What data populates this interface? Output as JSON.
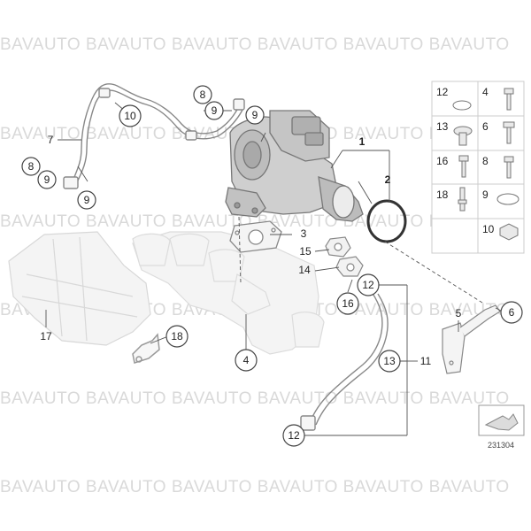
{
  "watermark": "BAVAUTO BAVAUTO BAVAUTO BAVAUTO BAVAUTO BAVAUTO",
  "diagram_ref": "231304",
  "callouts": [
    {
      "id": "8a",
      "text": "8",
      "circled": true
    },
    {
      "id": "9a",
      "text": "9",
      "circled": true
    },
    {
      "id": "9b",
      "text": "9",
      "circled": true
    },
    {
      "id": "10",
      "text": "10",
      "circled": true
    },
    {
      "id": "7",
      "text": "7",
      "circled": false
    },
    {
      "id": "8b",
      "text": "8",
      "circled": true
    },
    {
      "id": "9c",
      "text": "9",
      "circled": true
    },
    {
      "id": "9d",
      "text": "9",
      "circled": true
    },
    {
      "id": "1",
      "text": "1",
      "circled": false
    },
    {
      "id": "2",
      "text": "2",
      "circled": false
    },
    {
      "id": "3",
      "text": "3",
      "circled": false
    },
    {
      "id": "15",
      "text": "15",
      "circled": false
    },
    {
      "id": "14",
      "text": "14",
      "circled": false
    },
    {
      "id": "16",
      "text": "16",
      "circled": true
    },
    {
      "id": "12a",
      "text": "12",
      "circled": true
    },
    {
      "id": "17",
      "text": "17",
      "circled": false
    },
    {
      "id": "18",
      "text": "18",
      "circled": true
    },
    {
      "id": "4",
      "text": "4",
      "circled": true
    },
    {
      "id": "5",
      "text": "5",
      "circled": false
    },
    {
      "id": "6",
      "text": "6",
      "circled": true
    },
    {
      "id": "13",
      "text": "13",
      "circled": true
    },
    {
      "id": "11",
      "text": "11",
      "circled": false
    },
    {
      "id": "12b",
      "text": "12",
      "circled": true
    }
  ],
  "parts_grid": [
    {
      "left": "12",
      "right": "4"
    },
    {
      "left": "13",
      "right": "6"
    },
    {
      "left": "16",
      "right": "8"
    },
    {
      "left": "18",
      "right": "9"
    },
    {
      "left": "",
      "right": "10"
    }
  ]
}
